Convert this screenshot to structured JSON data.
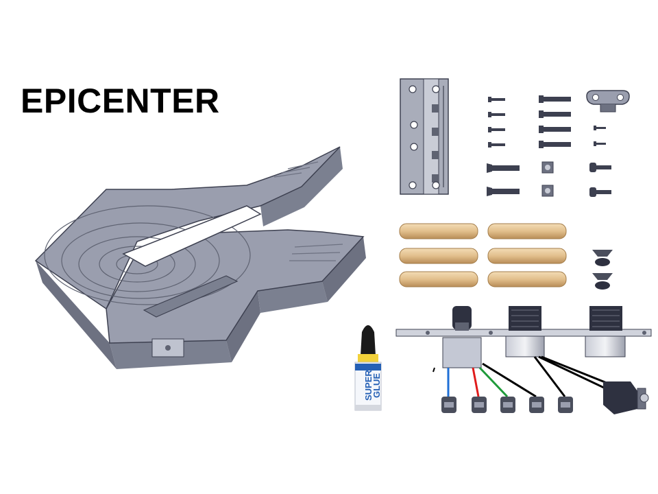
{
  "title": "EPICENTER",
  "glue_label_line1": "SUPER",
  "glue_label_line2": "GLUE",
  "colors": {
    "body_gray": "#8e93a4",
    "body_dark": "#5f6372",
    "body_light": "#c4c8d4",
    "wood": "#e2bf8c",
    "wire_blue": "#1f6fd6",
    "wire_red": "#e01b1b",
    "wire_green": "#1f9a3a",
    "wire_black": "#000000",
    "glue_yellow": "#f2d13a",
    "glue_blue": "#2560b5"
  }
}
